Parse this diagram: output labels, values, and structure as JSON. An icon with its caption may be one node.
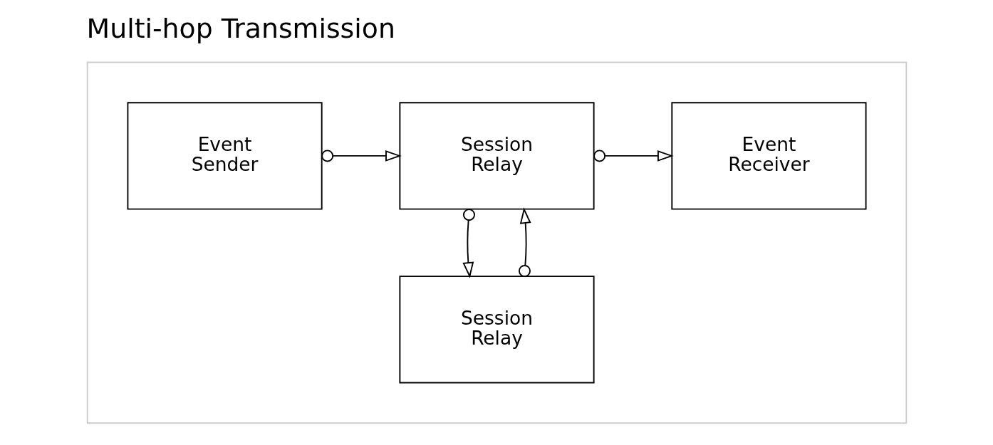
{
  "diagram": {
    "title": "Multi-hop Transmission",
    "nodes": [
      {
        "text": [],
        "shape": "box"
      },
      {
        "text": [
          "Event Sender"
        ],
        "in": 0
      },
      {
        "text": [
          "Session Relay"
        ],
        "in": 0
      },
      {
        "text": [
          "Event Receiver"
        ],
        "in": 0
      },
      {
        "text": [
          "Session Relay"
        ],
        "in": 0
      }
    ],
    "edges": [
      {
        "from": 1,
        "to": 2,
        "arrow": "to"
      },
      {
        "from": 2,
        "to": 3,
        "arrow": "to"
      },
      {
        "from": 4,
        "to": 2,
        "arrow": "to"
      },
      {
        "from": 2,
        "to": 4,
        "arrow": "to"
      }
    ]
  }
}
